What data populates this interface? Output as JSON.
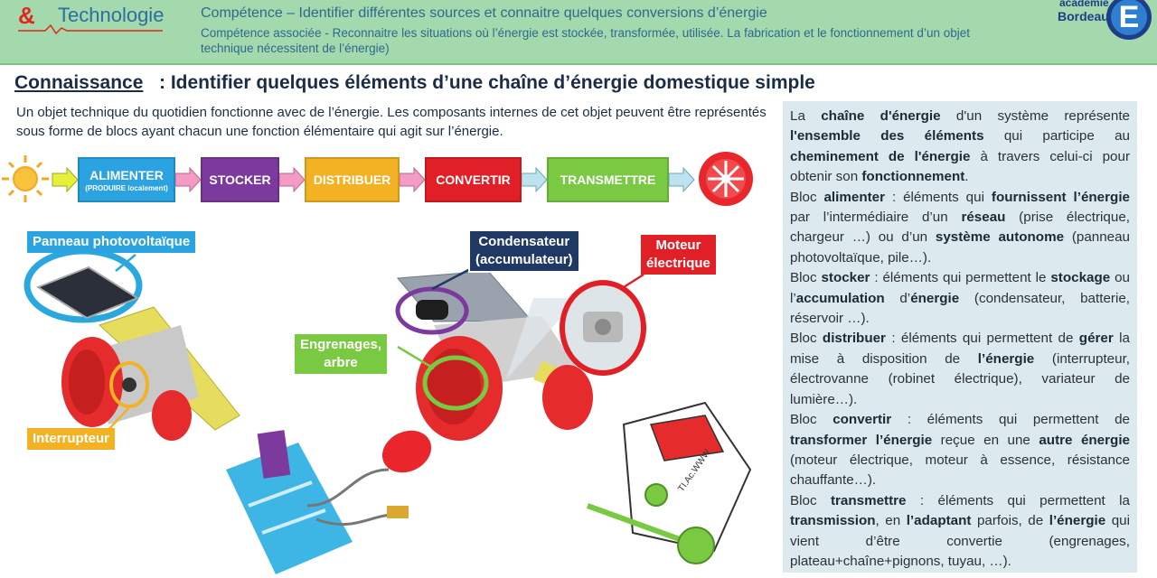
{
  "header": {
    "logo_amp": "&",
    "logo_text": "Technologie",
    "competence": "Compétence – Identifier différentes sources et connaitre quelques conversions d’énergie",
    "associated": "Compétence associée - Reconnaitre les situations où l’énergie est stockée, transformée, utilisée. La fabrication et le fonctionnement d’un objet technique nécessitent de l’énergie)",
    "academy_line1": "académie",
    "academy_line2": "Bordeaux",
    "academy_letter": "E"
  },
  "title": {
    "label": "Connaissance",
    "text": ": Identifier quelques éléments d’une chaîne d’énergie domestique simple"
  },
  "intro": "Un objet technique du quotidien fonctionne avec de l’énergie. Les composants internes de cet objet peuvent être représentés sous  forme de blocs ayant chacun une fonction élémentaire qui agit sur l’énergie.",
  "chain": {
    "blocks": [
      {
        "label": "ALIMENTER",
        "sub": "(PRODUIRE localement)",
        "color": "#2aa3e0"
      },
      {
        "label": "STOCKER",
        "color": "#7c3a9e"
      },
      {
        "label": "DISTRIBUER",
        "color": "#f3b224"
      },
      {
        "label": "CONVERTIR",
        "color": "#e11f26"
      },
      {
        "label": "TRANSMETTRE",
        "color": "#7ac943"
      }
    ]
  },
  "labels": {
    "panneau": "Panneau photovoltaïque",
    "interrupteur": "Interrupteur",
    "condensateur_1": "Condensateur",
    "condensateur_2": "(accumulateur)",
    "moteur_1": "Moteur",
    "moteur_2": "électrique",
    "engrenages_1": "Engrenages,",
    "engrenages_2": "arbre",
    "gearbox_mark": "TI.Ac.WWW"
  },
  "panel": {
    "p1": {
      "a": "La ",
      "b1": "chaîne d'énergie",
      "c": " d'un système représente ",
      "b2": "l'ensemble des éléments",
      "d": " qui participe au ",
      "b3": "cheminement de l'énergie",
      "e": " à travers celui-ci pour obtenir son ",
      "b4": "fonctionnement",
      "f": "."
    },
    "p2": {
      "a": "Bloc ",
      "b1": "alimenter",
      "c": " : éléments qui ",
      "b2": "fournissent l’énergie",
      "d": " par l’intermédiaire d’un ",
      "b3": "réseau",
      "e": " (prise électrique, chargeur …) ou d’un ",
      "b4": "système autonome",
      "f": " (panneau photovoltaïque, pile…)."
    },
    "p3": {
      "a": "Bloc ",
      "b1": "stocker",
      "c": " : éléments qui permettent le ",
      "b2": "stockage",
      "d": " ou l’",
      "b3": "accumulation",
      "e": " d’",
      "b4": "énergie",
      "f": " (condensateur, batterie, réservoir …)."
    },
    "p4": {
      "a": "Bloc ",
      "b1": "distribuer",
      "c": " : éléments qui permettent de ",
      "b2": "gérer",
      "d": " la mise à disposition de ",
      "b3": "l’énergie",
      "e": " (interrupteur, électrovanne (robinet électrique), variateur de lumière…)."
    },
    "p5": {
      "a": "Bloc ",
      "b1": "convertir",
      "c": " : éléments qui permettent de ",
      "b2": "transformer l’énergie",
      "d": " reçue en une ",
      "b3": "autre énergie",
      "e": " (moteur électrique, moteur à essence, résistance chauffante…)."
    },
    "p6": {
      "a": "Bloc ",
      "b1": "transmettre",
      "c": " : éléments qui permettent la ",
      "b2": "transmission",
      "d": ", en ",
      "b3": "l’adaptant",
      "e": " parfois, de ",
      "b4": "l’énergie",
      "f": " qui vient d’être convertie (engrenages, plateau+chaîne+pignons, tuyau, …)."
    }
  },
  "colors": {
    "header_bg": "#a4d8ad",
    "title": "#1a2d44",
    "panel_bg": "#dce9ef",
    "label_blue": "#2aa3e0",
    "label_navy": "#1f3864",
    "label_red": "#e11f26",
    "label_green": "#7ac943",
    "label_yellow": "#f3b224"
  },
  "icons": [
    "sun-icon",
    "wheel-icon",
    "solar-car-illustration",
    "assembled-car-illustration",
    "motor-closeup-illustration",
    "circuit-board-illustration",
    "gearbox-drawing-illustration"
  ]
}
